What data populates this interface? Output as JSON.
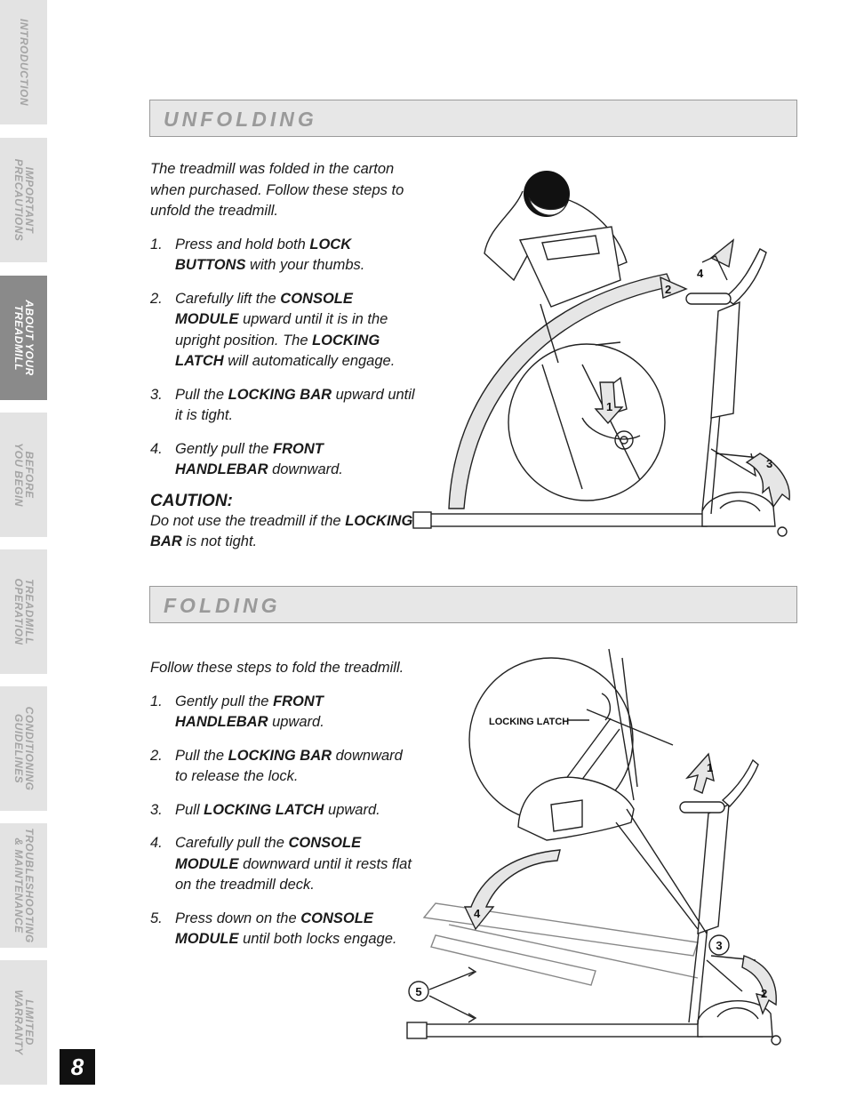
{
  "sidebar": {
    "tabs": [
      {
        "label": "INTRODUCTION",
        "active": false
      },
      {
        "label": "IMPORTANT\nPRECAUTIONS",
        "active": false
      },
      {
        "label": "ABOUT YOUR\nTREADMILL",
        "active": true
      },
      {
        "label": "BEFORE\nYOU BEGIN",
        "active": false
      },
      {
        "label": "TREADMILL\nOPERATION",
        "active": false
      },
      {
        "label": "CONDITIONING\nGUIDELINES",
        "active": false
      },
      {
        "label": "TROUBLESHOOTING\n& MAINTENANCE",
        "active": false
      },
      {
        "label": "LIMITED\nWARRANTY",
        "active": false
      }
    ]
  },
  "page_number": "8",
  "unfolding": {
    "title": "UNFOLDING",
    "intro": "The treadmill was folded in the carton when purchased. Follow these steps to unfold the treadmill.",
    "steps": [
      {
        "num": "1.",
        "a": "Press and hold both ",
        "b": "LOCK BUTTONS",
        "c": " with your thumbs.",
        "d": "",
        "e": ""
      },
      {
        "num": "2.",
        "a": "Carefully lift the ",
        "b": "CONSOLE MODULE",
        "c": " upward until it is in the upright position. The ",
        "d": "LOCKING LATCH",
        "e": " will automatically engage."
      },
      {
        "num": "3.",
        "a": "Pull the ",
        "b": "LOCKING BAR",
        "c": " upward until it is tight.",
        "d": "",
        "e": ""
      },
      {
        "num": "4.",
        "a": "Gently pull the ",
        "b": "FRONT HANDLEBAR",
        "c": " downward.",
        "d": "",
        "e": ""
      }
    ],
    "caution_title": "CAUTION:",
    "caution_a": "Do not use the treadmill if the ",
    "caution_b": "LOCKING BAR",
    "caution_c": " is not tight.",
    "callouts": [
      "1",
      "2",
      "3",
      "4"
    ]
  },
  "folding": {
    "title": "FOLDING",
    "intro": "Follow these steps to fold the treadmill.",
    "steps": [
      {
        "num": "1.",
        "a": "Gently pull the ",
        "b": "FRONT HANDLEBAR",
        "c": " upward."
      },
      {
        "num": "2.",
        "a": "Pull the ",
        "b": "LOCKING BAR",
        "c": " downward to release the lock."
      },
      {
        "num": "3.",
        "a": "Pull ",
        "b": "LOCKING LATCH",
        "c": " upward."
      },
      {
        "num": "4.",
        "a": "Carefully pull the ",
        "b": "CONSOLE MODULE",
        "c": " downward until it rests flat on the treadmill deck."
      },
      {
        "num": "5.",
        "a": "Press down on the ",
        "b": "CONSOLE MODULE",
        "c": " until both locks engage."
      }
    ],
    "latch_label": "LOCKING LATCH",
    "callouts": [
      "1",
      "2",
      "3",
      "4",
      "5"
    ]
  }
}
